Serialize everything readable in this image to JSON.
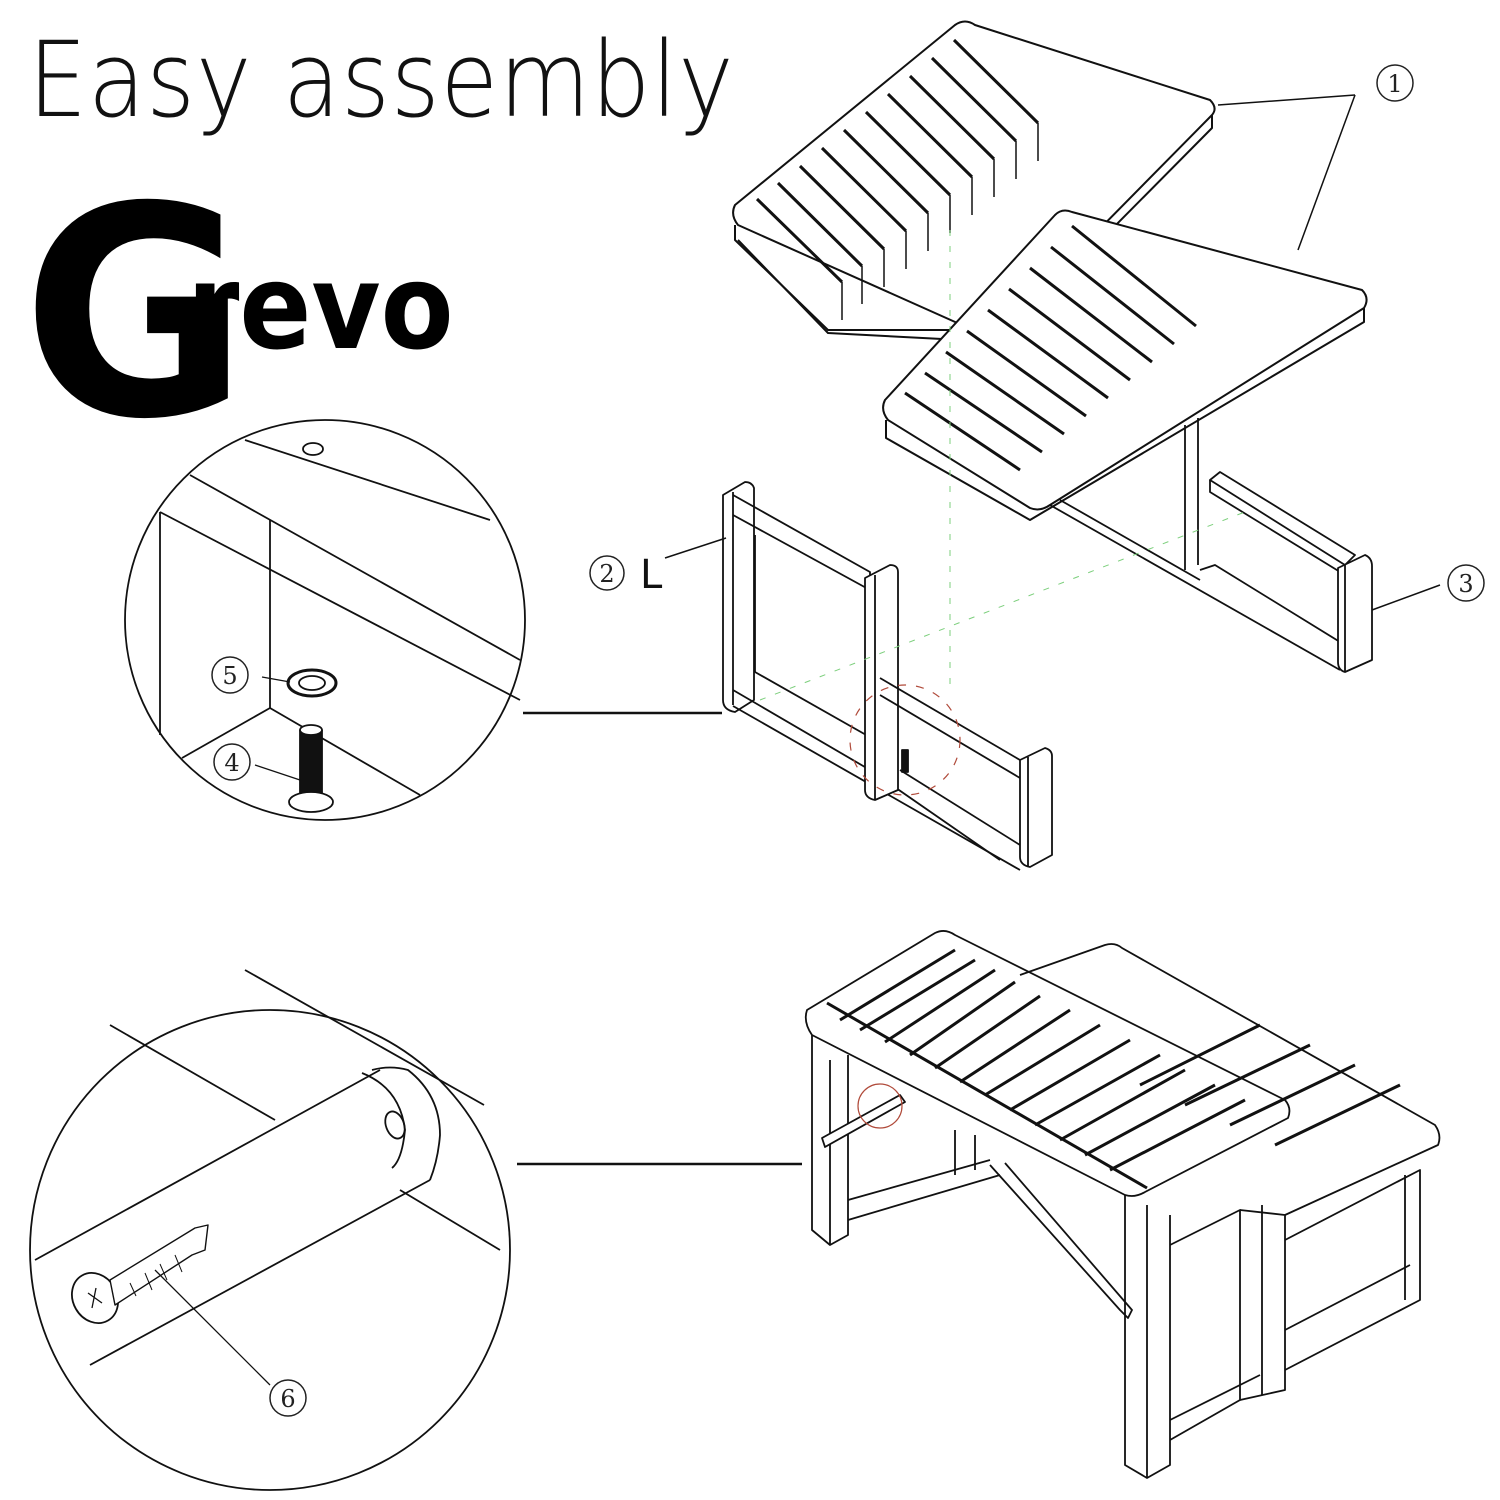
{
  "header": {
    "title": "Easy assembly",
    "brand_initial": "G",
    "brand_rest": "revo"
  },
  "callouts": {
    "part_1": "1",
    "part_2": "2",
    "part_2_side": "L",
    "part_3": "3",
    "part_4": "4",
    "part_5": "5",
    "part_6": "6"
  },
  "parts": [
    {
      "id": "1",
      "name": "seat-top-panels",
      "count": 2
    },
    {
      "id": "2",
      "name": "left-side-frame",
      "side": "L"
    },
    {
      "id": "3",
      "name": "right-side-frame"
    },
    {
      "id": "4",
      "name": "bolt"
    },
    {
      "id": "5",
      "name": "washer"
    },
    {
      "id": "6",
      "name": "screw"
    }
  ],
  "colors": {
    "line": "#111111",
    "guide": "#7ccf7c",
    "highlight": "#b04a3a",
    "background": "#ffffff"
  }
}
